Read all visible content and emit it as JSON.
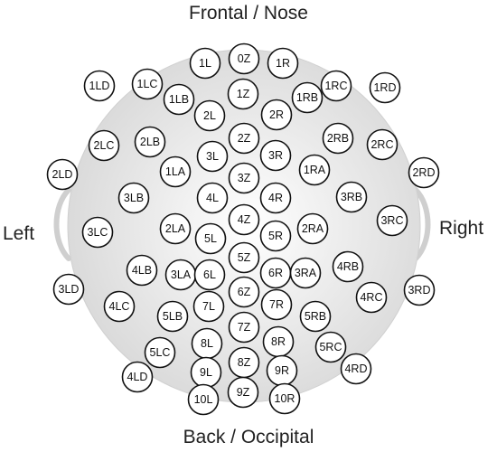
{
  "labels": {
    "top": "Frontal / Nose",
    "bottom": "Back / Occipital",
    "left": "Left",
    "right": "Right"
  },
  "colors": {
    "head_center": "#ffffff",
    "head_edge": "#d8d8d8",
    "ear_stroke": "#cfcfcf",
    "electrode_fill": "#ffffff",
    "electrode_stroke": "#111111"
  },
  "electrodes": [
    "0Z",
    "1L",
    "1R",
    "1LD",
    "1LC",
    "1RC",
    "1RD",
    "1LB",
    "1Z",
    "1RB",
    "2L",
    "2R",
    "2LC",
    "2LB",
    "2Z",
    "2RB",
    "2RC",
    "3L",
    "3R",
    "2LD",
    "1LA",
    "1RA",
    "2RD",
    "3Z",
    "3LB",
    "3RB",
    "4L",
    "4R",
    "3LC",
    "4Z",
    "3RC",
    "2LA",
    "2RA",
    "5L",
    "5R",
    "5Z",
    "3LD",
    "4LB",
    "4RB",
    "3LA",
    "6L",
    "6R",
    "3RA",
    "3RD",
    "4LC",
    "6Z",
    "4RC",
    "7L",
    "7R",
    "5LB",
    "5RB",
    "7Z",
    "8L",
    "8R",
    "5LC",
    "5RC",
    "9L",
    "8Z",
    "9R",
    "4LD",
    "4RD",
    "10L",
    "9Z",
    "10R"
  ]
}
